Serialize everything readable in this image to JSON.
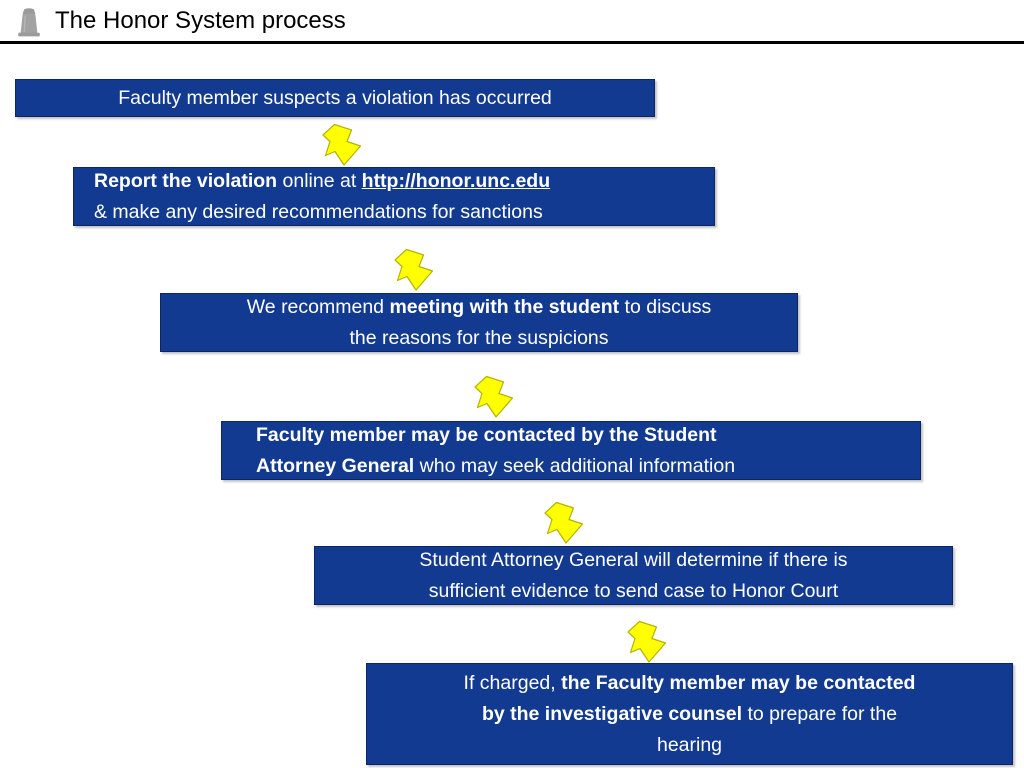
{
  "header": {
    "icon": "person-bust-icon",
    "title": "The Honor System process",
    "icon_color": "#9a9a9a",
    "rule_color": "#000000"
  },
  "theme": {
    "box_fill": "#123a90",
    "box_border": "#0b2566",
    "box_text": "#ffffff",
    "arrow_fill": "#ffff00",
    "arrow_stroke": "#b3b300",
    "page_background": "#ffffff"
  },
  "flow": {
    "steps": [
      {
        "id": "step-1",
        "name": "faculty-suspects-violation",
        "align": "center",
        "lines": [
          [
            {
              "text": "Faculty member suspects a violation has occurred",
              "bold": false
            }
          ]
        ]
      },
      {
        "id": "step-2",
        "name": "report-the-violation",
        "align": "left",
        "lines": [
          [
            {
              "text": "Report the violation",
              "bold": true
            },
            {
              "text": " online at ",
              "bold": false
            },
            {
              "text": "http://honor.unc.edu",
              "bold": true,
              "link": true
            }
          ],
          [
            {
              "text": "& make any desired recommendations for sanctions",
              "bold": false
            }
          ]
        ]
      },
      {
        "id": "step-3",
        "name": "recommend-meeting-with-student",
        "align": "center",
        "lines": [
          [
            {
              "text": "We recommend ",
              "bold": false
            },
            {
              "text": "meeting with the student",
              "bold": true
            },
            {
              "text": " to discuss",
              "bold": false
            }
          ],
          [
            {
              "text": "the reasons for the suspicions",
              "bold": false
            }
          ]
        ]
      },
      {
        "id": "step-4",
        "name": "contacted-by-student-attorney-general",
        "align": "left",
        "lines": [
          [
            {
              "text": "Faculty member may be contacted by the Student",
              "bold": true
            }
          ],
          [
            {
              "text": "Attorney General",
              "bold": true
            },
            {
              "text": " who may seek additional information",
              "bold": false
            }
          ]
        ]
      },
      {
        "id": "step-5",
        "name": "sag-determines-sufficient-evidence",
        "align": "center",
        "lines": [
          [
            {
              "text": "Student Attorney General will determine if there is",
              "bold": false
            }
          ],
          [
            {
              "text": "sufficient evidence to send case to Honor Court",
              "bold": false
            }
          ]
        ]
      },
      {
        "id": "step-6",
        "name": "if-charged-investigative-counsel",
        "align": "center",
        "lines": [
          [
            {
              "text": "If charged, ",
              "bold": false
            },
            {
              "text": "the Faculty member may be contacted",
              "bold": true
            }
          ],
          [
            {
              "text": "by the investigative counsel",
              "bold": true
            },
            {
              "text": " to prepare for the",
              "bold": false
            }
          ],
          [
            {
              "text": "hearing",
              "bold": false
            }
          ]
        ]
      }
    ],
    "connectors": [
      {
        "id": "arrow-1",
        "name": "down-arrow-icon",
        "from": "step-1",
        "to": "step-2"
      },
      {
        "id": "arrow-2",
        "name": "down-arrow-icon",
        "from": "step-2",
        "to": "step-3"
      },
      {
        "id": "arrow-3",
        "name": "down-arrow-icon",
        "from": "step-3",
        "to": "step-4"
      },
      {
        "id": "arrow-4",
        "name": "down-arrow-icon",
        "from": "step-4",
        "to": "step-5"
      },
      {
        "id": "arrow-5",
        "name": "down-arrow-icon",
        "from": "step-5",
        "to": "step-6"
      }
    ]
  }
}
